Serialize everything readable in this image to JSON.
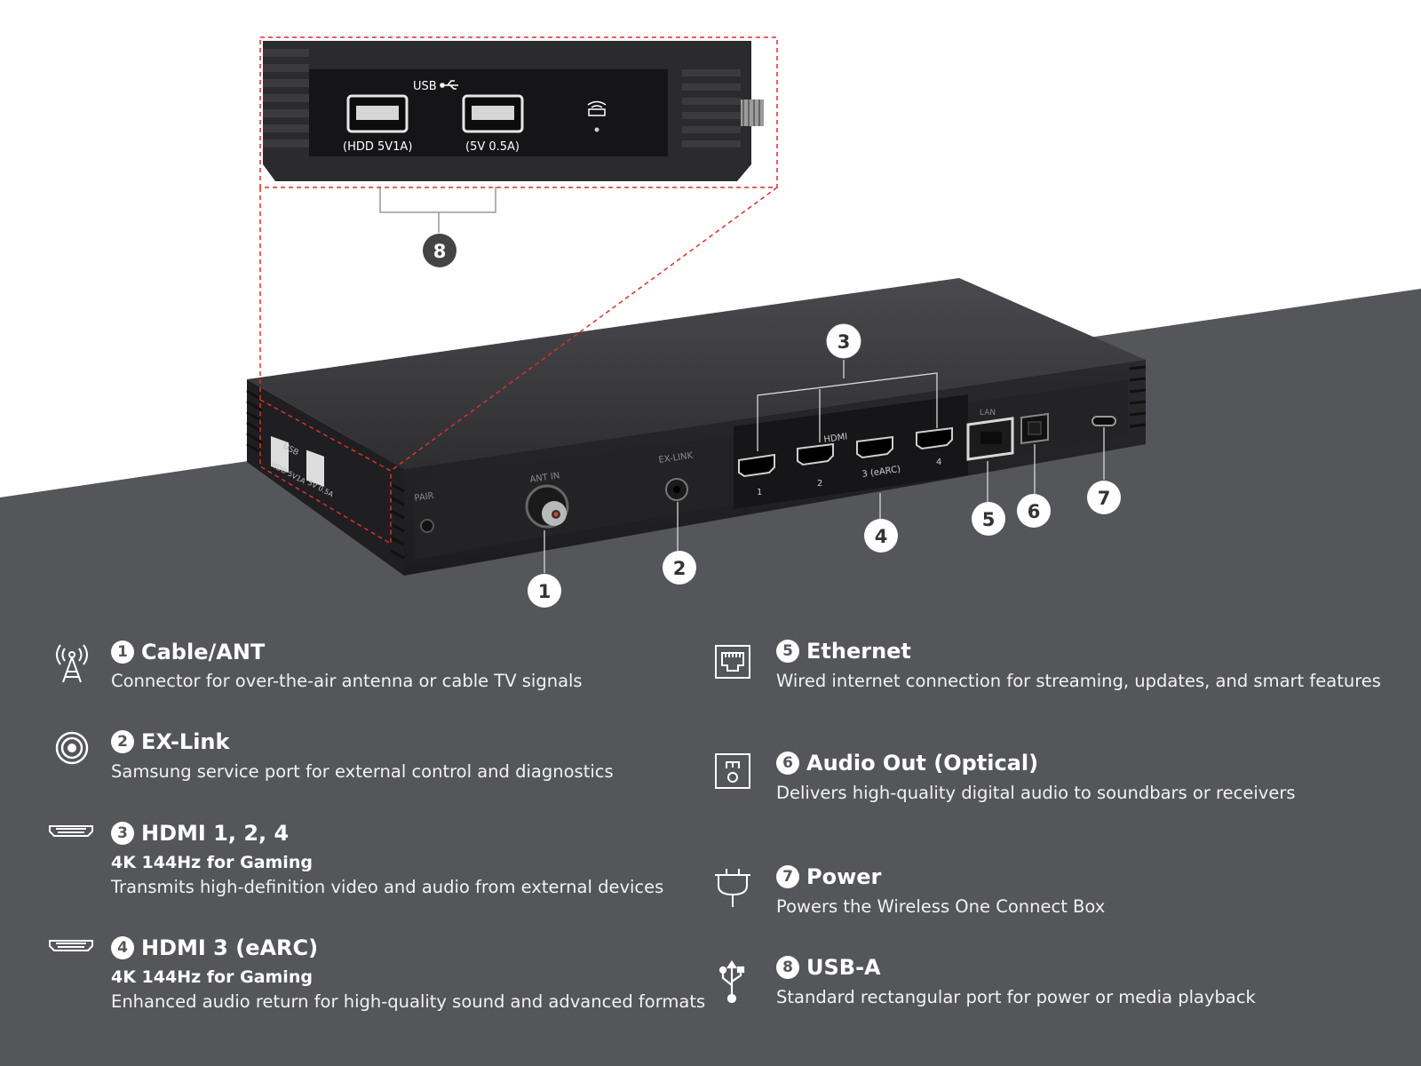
{
  "device_labels": {
    "usb_top": "USB",
    "usb1_spec": "(HDD 5V1A)",
    "usb2_spec": "(5V 0.5A)",
    "pair": "PAIR",
    "ant_in": "ANT IN",
    "ex_link": "EX-LINK",
    "hdmi": "HDMI",
    "hdmi_port_1": "1",
    "hdmi_port_2": "2",
    "hdmi_port_3": "3 (eARC)",
    "hdmi_port_4": "4",
    "lan": "LAN",
    "side_usb": "USB",
    "side_usb1": "HDD 5V1A",
    "side_usb2": "5V 0.5A"
  },
  "callouts": [
    "1",
    "2",
    "3",
    "4",
    "5",
    "6",
    "7",
    "8"
  ],
  "features_left": [
    {
      "num": "1",
      "icon": "antenna-icon",
      "title": "Cable/ANT",
      "sub": "",
      "desc": "Connector for over-the-air antenna or cable TV signals"
    },
    {
      "num": "2",
      "icon": "ex-link-icon",
      "title": "EX-Link",
      "sub": "",
      "desc": "Samsung service port for external control and diagnostics"
    },
    {
      "num": "3",
      "icon": "hdmi-icon",
      "title": "HDMI 1, 2, 4",
      "sub": "4K 144Hz for Gaming",
      "desc": "Transmits high-definition video and audio from external devices"
    },
    {
      "num": "4",
      "icon": "hdmi-icon",
      "title": "HDMI 3 (eARC)",
      "sub": "4K 144Hz for Gaming",
      "desc": "Enhanced audio return for high-quality sound and advanced formats"
    }
  ],
  "features_right": [
    {
      "num": "5",
      "icon": "ethernet-icon",
      "title": "Ethernet",
      "desc": "Wired internet connection for streaming, updates, and smart features"
    },
    {
      "num": "6",
      "icon": "optical-audio-icon",
      "title": "Audio Out (Optical)",
      "desc": "Delivers high-quality digital audio to soundbars or receivers"
    },
    {
      "num": "7",
      "icon": "power-plug-icon",
      "title": "Power",
      "desc": "Powers the Wireless One Connect Box"
    },
    {
      "num": "8",
      "icon": "usb-icon",
      "title": "USB-A",
      "desc": "Standard rectangular port for power or media playback"
    }
  ],
  "colors": {
    "background_gray": "#55565a",
    "device_body": "#2b2b2e",
    "device_top": "#3a3a3d",
    "callout_dark": "#444446",
    "dashed_red": "#d9302c",
    "text": "#ffffff"
  }
}
